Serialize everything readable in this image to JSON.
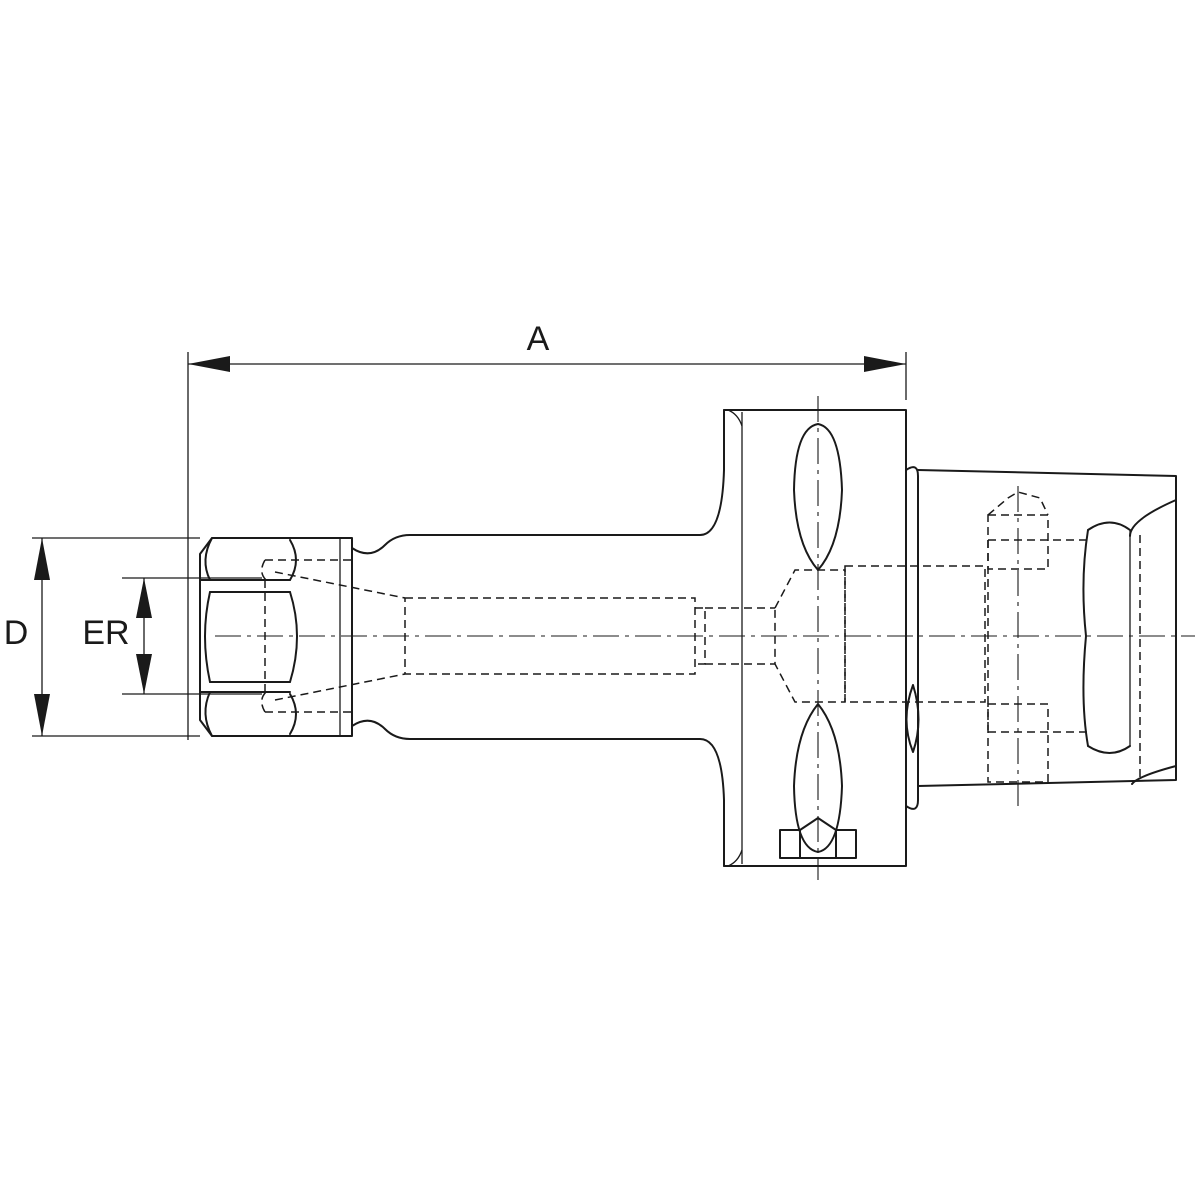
{
  "dimensions": {
    "overall_length": "A",
    "outer_diameter": "D",
    "collet_size": "ER"
  },
  "colors": {
    "line": "#1a1a1a",
    "background": "#ffffff"
  }
}
